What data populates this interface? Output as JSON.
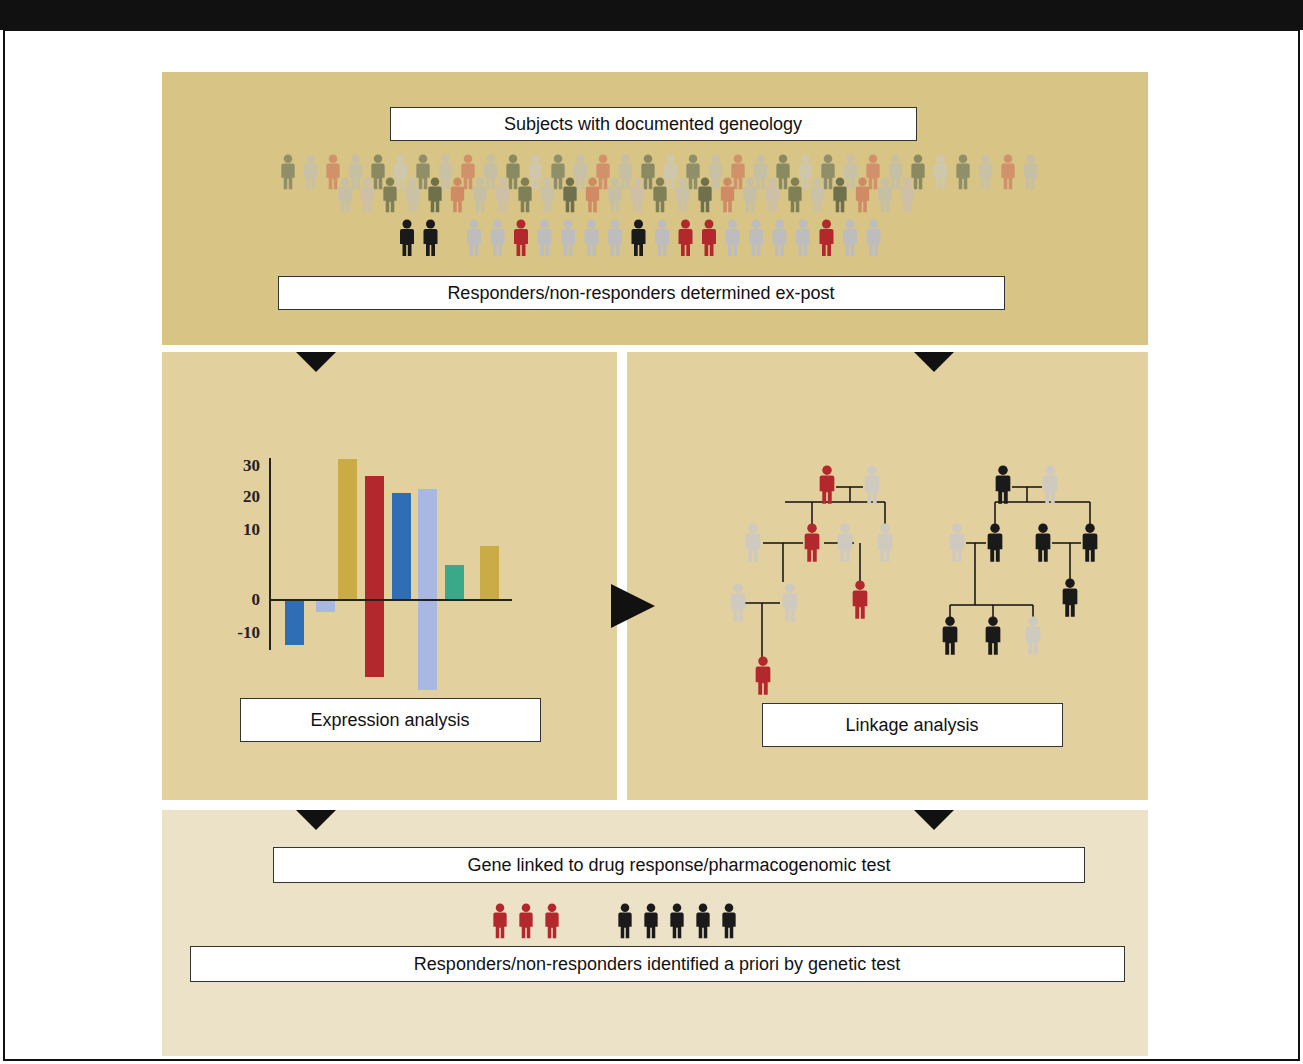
{
  "diagram": {
    "nodes": [
      {
        "text": [
          "Subjects with documented geneology"
        ]
      },
      {
        "text": [
          "Responders/non-responders determined ex-post"
        ]
      },
      {
        "text": [
          "Expression analysis"
        ]
      },
      {
        "text": [
          "Linkage analysis"
        ]
      },
      {
        "text": [
          "Gene linked to drug response/pharmacogenomic test"
        ]
      },
      {
        "text": [
          "Responders/non-responders identified a priori by genetic test"
        ]
      }
    ],
    "labels": [
      "30",
      "20",
      "10",
      "0",
      "-10"
    ]
  }
}
